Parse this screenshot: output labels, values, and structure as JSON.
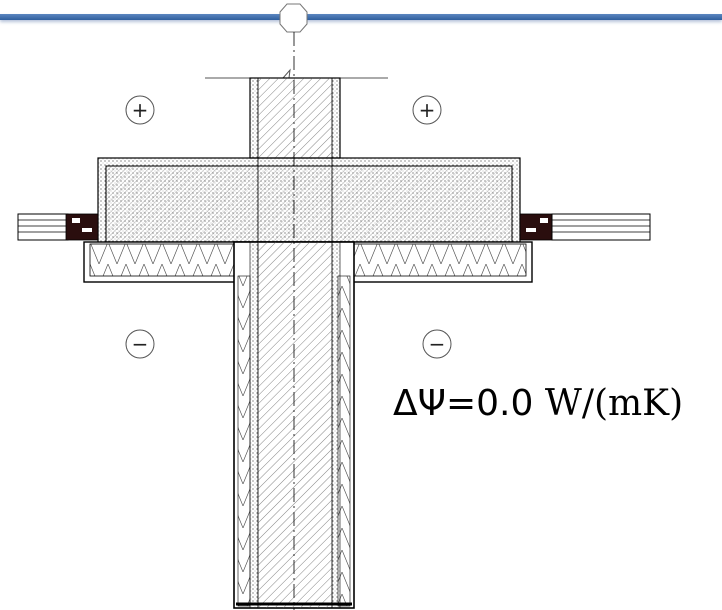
{
  "psi": {
    "symbol": "ΔΨ",
    "equals": "=",
    "value": "0.0",
    "unit": "W/(mK)"
  },
  "markers": {
    "plus": "+",
    "minus": "−"
  },
  "colors": {
    "header_bar": "#3d6cab",
    "line": "#000000",
    "hatch": "#777777",
    "window_profile": "#2a0e0e"
  }
}
